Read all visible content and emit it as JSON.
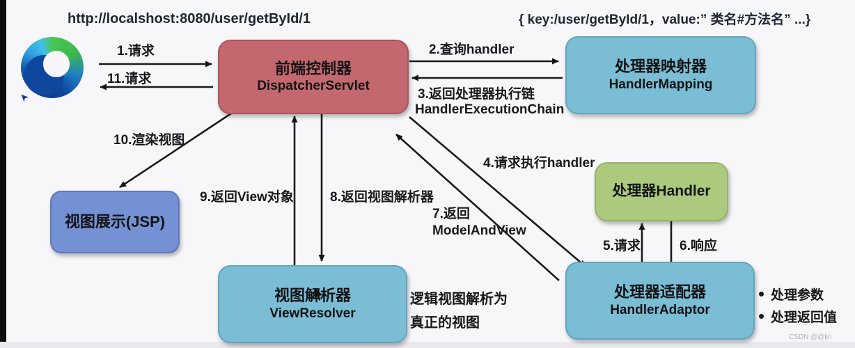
{
  "header": {
    "request_url": "http://localshost:8080/user/getById/1",
    "mapping_entry": "{ key:/user/getById/1，value:” 类名#方法名” ...}"
  },
  "nodes": {
    "dispatcher_servlet": {
      "title": "前端控制器",
      "subtitle": "DispatcherServlet",
      "fill": "#c4686f"
    },
    "handler_mapping": {
      "title": "处理器映射器",
      "subtitle": "HandlerMapping",
      "fill": "#7abdd5"
    },
    "handler": {
      "title": "处理器Handler",
      "fill": "#abca7e"
    },
    "handler_adaptor": {
      "title": "处理器适配器",
      "subtitle": "HandlerAdaptor",
      "fill": "#7abdd5"
    },
    "view_resolver": {
      "title": "视图解析器",
      "subtitle": "ViewResolver",
      "fill": "#7abdd5"
    },
    "view_display_jsp": {
      "title": "视图展示(JSP)",
      "fill": "#7591d6"
    }
  },
  "arrow_labels": {
    "step1": "1.请求",
    "step11": "11.请求",
    "step2": "2.查询handler",
    "step3_line1": "3.返回处理器执行链",
    "step3_line2": "HandlerExecutionChain",
    "step4": "4.请求执行handler",
    "step5": "5.请求",
    "step6": "6.响应",
    "step7_line1": "7.返回",
    "step7_line2": "ModelAndView",
    "step8": "8.返回视图解析器",
    "step9": "9.返回View对象",
    "step10": "10.渲染视图"
  },
  "annotations": {
    "resolver_note_line1": "逻辑视图解析为",
    "resolver_note_line2": "真正的视图",
    "adaptor_bullets": [
      "处理参数",
      "处理返回值"
    ],
    "watermark": "CSDN @@ljn"
  },
  "icons": {
    "browser": "edge-browser-icon",
    "pointer": "mouse-cursor-icon"
  }
}
